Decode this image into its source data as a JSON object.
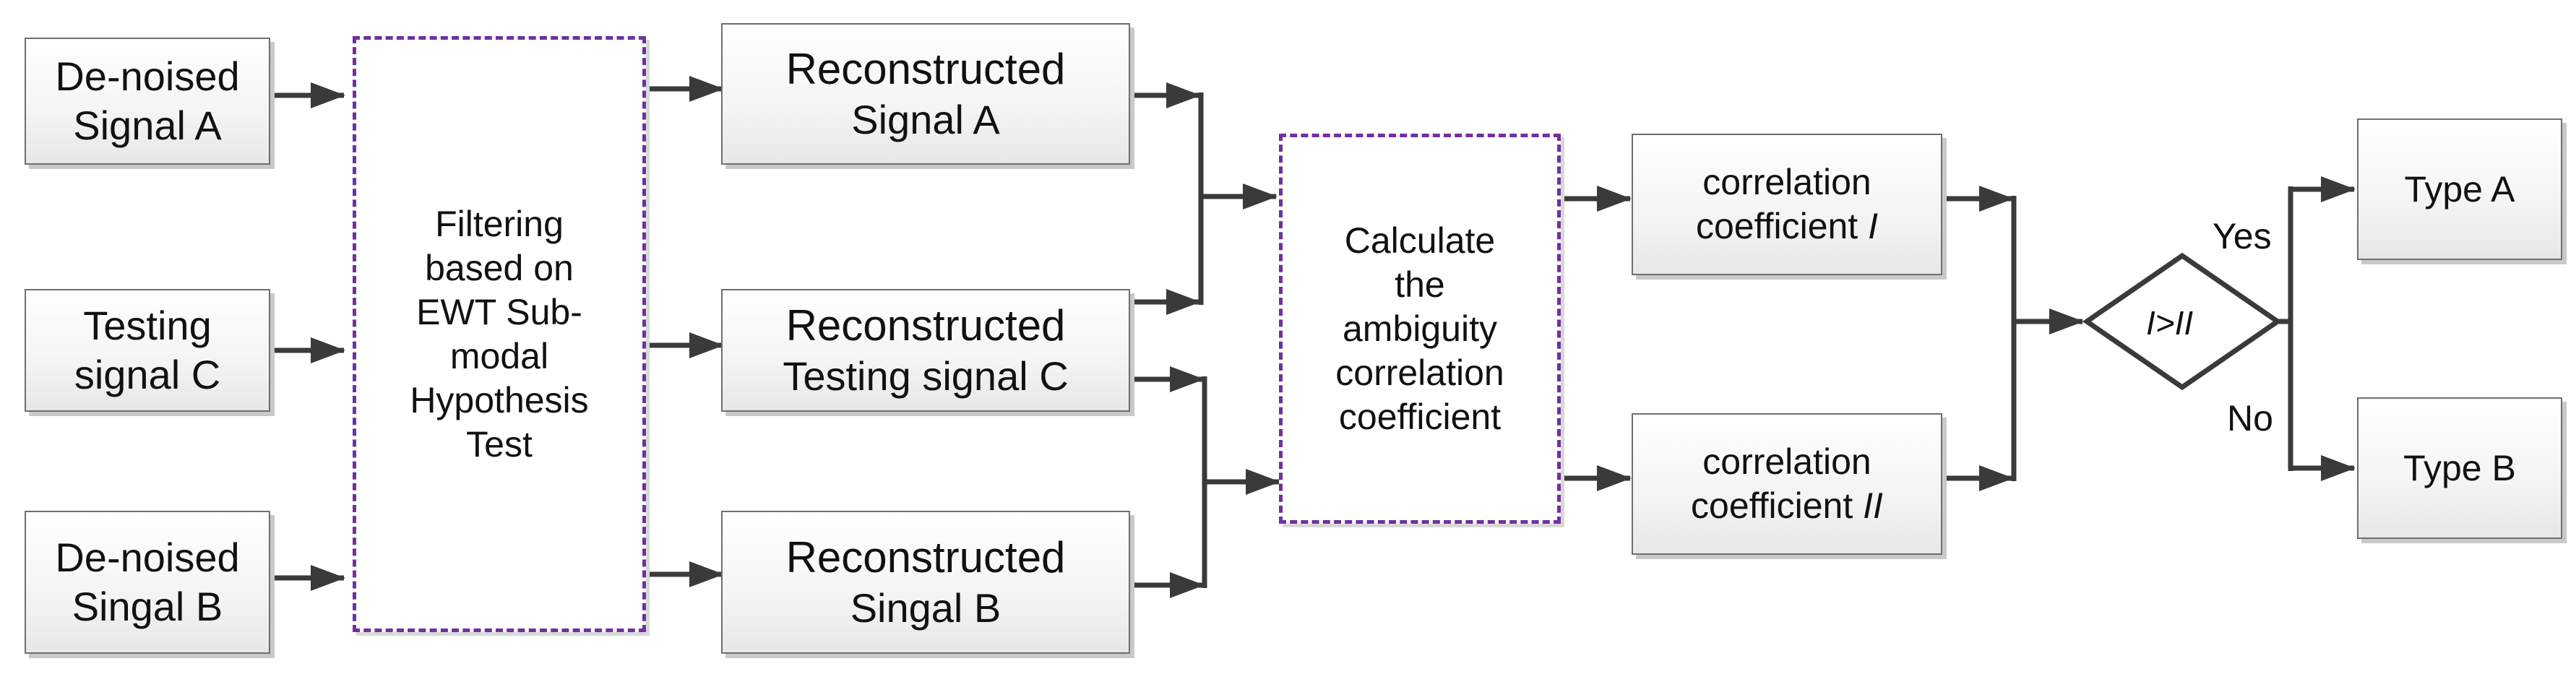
{
  "inputs": {
    "signal_a": [
      "De-noised",
      "Signal A"
    ],
    "signal_c": [
      "Testing",
      "signal C"
    ],
    "signal_b": [
      "De-noised",
      "Singal B"
    ]
  },
  "filter": [
    "Filtering",
    "based on",
    "EWT Sub-",
    "modal",
    "Hypothesis",
    "Test"
  ],
  "reconstructed": {
    "signal_a": [
      "Reconstructed",
      "Signal A"
    ],
    "signal_c": [
      "Reconstructed",
      "Testing signal C"
    ],
    "signal_b": [
      "Reconstructed",
      "Singal B"
    ]
  },
  "calculate": [
    "Calculate",
    "the",
    "ambiguity",
    "correlation",
    "coefficient"
  ],
  "coefficient_1": {
    "line1": "correlation",
    "line2_prefix": "coefficient ",
    "line2_italic": "I"
  },
  "coefficient_2": {
    "line1": "correlation",
    "line2_prefix": "coefficient ",
    "line2_italic": "II"
  },
  "decision": "I>II",
  "branch_yes": "Yes",
  "branch_no": "No",
  "outputs": {
    "type_a": "Type A",
    "type_b": "Type B"
  },
  "colors": {
    "dashed_border": "#7030a0",
    "box_border": "#6e6e6e",
    "arrow": "#3a3a3a"
  }
}
